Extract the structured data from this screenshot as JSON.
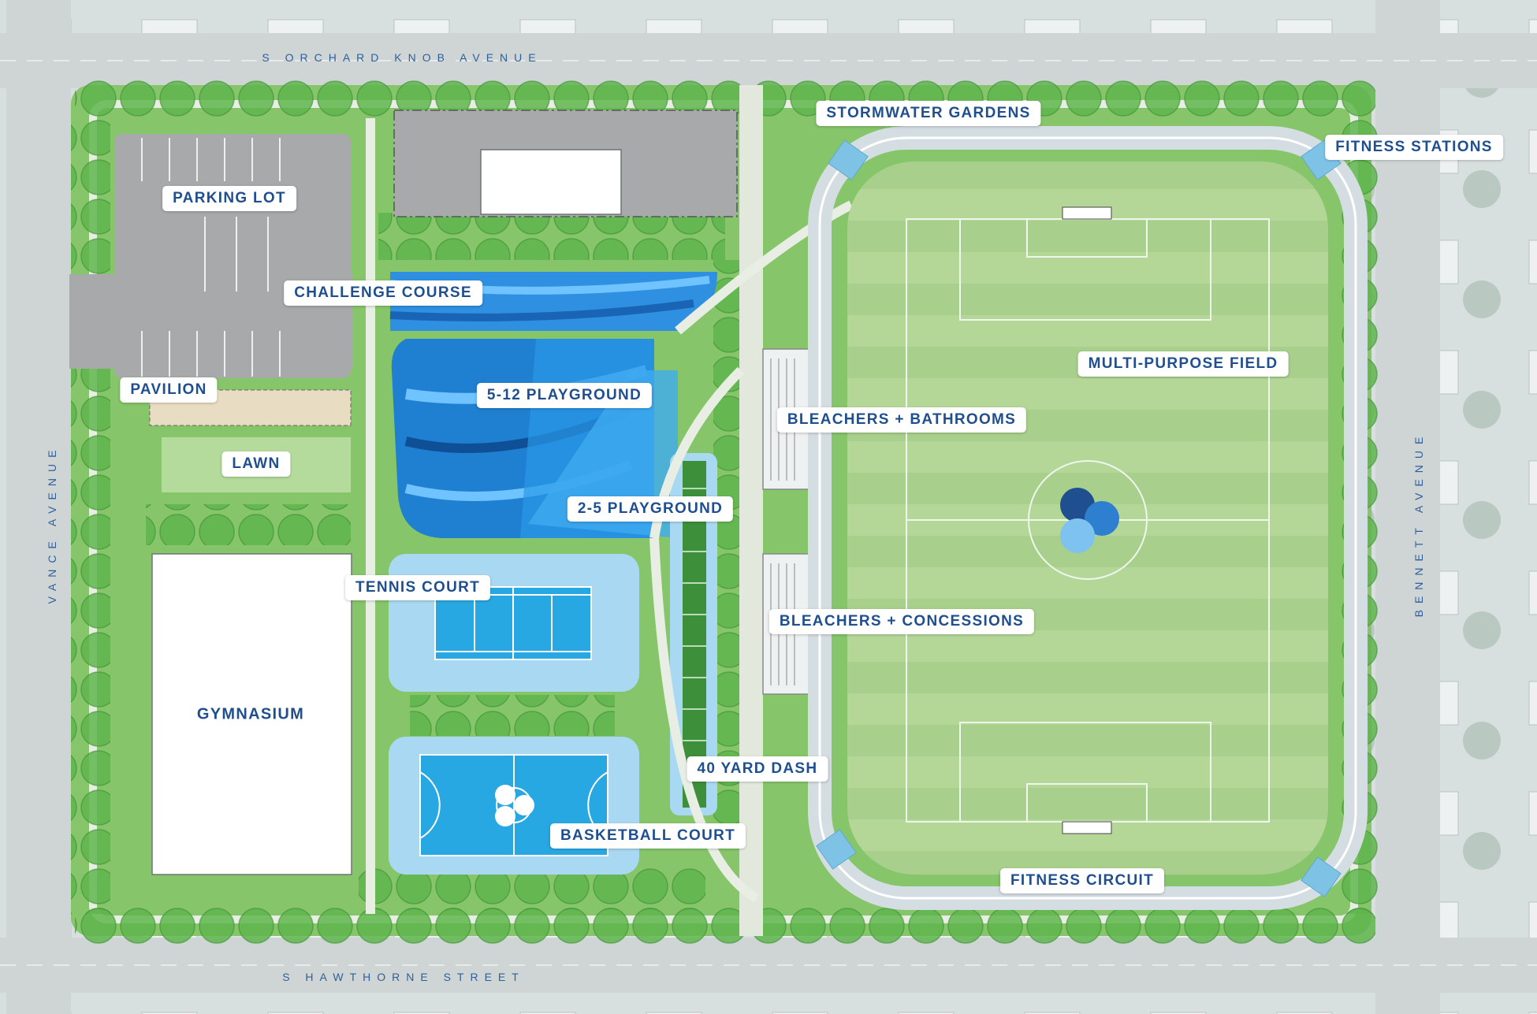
{
  "streets": {
    "north": "S ORCHARD KNOB AVENUE",
    "south": "S HAWTHORNE STREET",
    "west": "VANCE AVENUE",
    "east": "BENNETT AVENUE"
  },
  "labels": {
    "parking_lot": "PARKING LOT",
    "challenge_course": "CHALLENGE COURSE",
    "pavilion": "PAVILION",
    "playground_5_12": "5-12 PLAYGROUND",
    "lawn": "LAWN",
    "playground_2_5": "2-5 PLAYGROUND",
    "tennis_court": "TENNIS COURT",
    "gymnasium": "GYMNASIUM",
    "dash_40_yard": "40 YARD DASH",
    "basketball_court": "BASKETBALL COURT",
    "stormwater_gardens": "STORMWATER GARDENS",
    "fitness_stations": "FITNESS STATIONS",
    "multi_purpose_field": "MULTI-PURPOSE FIELD",
    "bleachers_bathrooms": "BLEACHERS + BATHROOMS",
    "bleachers_concessions": "BLEACHERS + CONCESSIONS",
    "fitness_circuit": "FITNESS CIRCUIT"
  },
  "colors": {
    "turf": "#a9cf8c",
    "field_lines": "#eef7ec",
    "grass": "#7cc062",
    "tree": "#4fa843",
    "court_blue": "#27a8e0",
    "court_surround": "#a9d8f2",
    "playground_blue": "#1f7fd0",
    "road": "#cfd6d6",
    "label_text": "#1f4f8f"
  }
}
